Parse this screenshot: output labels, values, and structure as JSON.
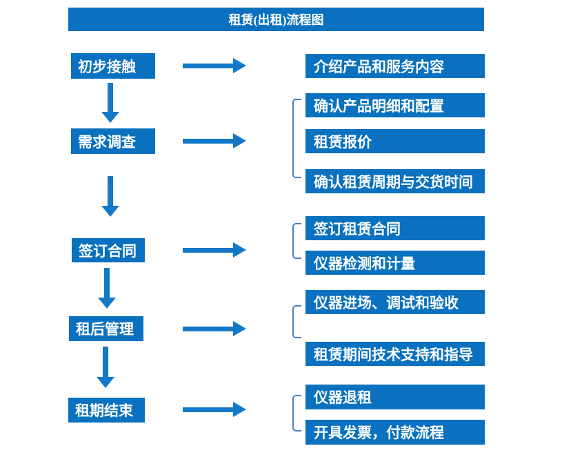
{
  "title": "租赁(出租)流程图",
  "colors": {
    "box_blue": "#0971bf",
    "arrow_blue": "#1478c8",
    "bracket_blue": "#4580bd",
    "text_white": "#ffffff"
  },
  "steps": [
    {
      "label": "初步接触",
      "outputs": [
        "介绍产品和服务内容"
      ]
    },
    {
      "label": "需求调查",
      "outputs": [
        "确认产品明细和配置",
        "租赁报价",
        "确认租赁周期与交货时间"
      ]
    },
    {
      "label": "签订合同",
      "outputs": [
        "签订租赁合同",
        "仪器检测和计量"
      ]
    },
    {
      "label": "租后管理",
      "outputs": [
        "仪器进场、调试和验收",
        "租赁期间技术支持和指导"
      ]
    },
    {
      "label": "租期结束",
      "outputs": [
        "仪器退租",
        "开具发票，付款流程"
      ]
    }
  ]
}
